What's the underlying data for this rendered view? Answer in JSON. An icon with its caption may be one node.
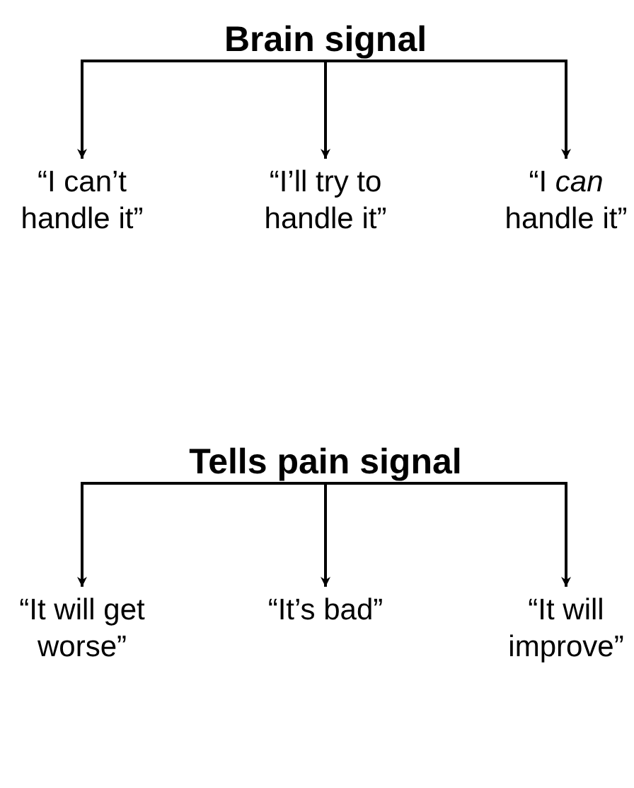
{
  "diagram": {
    "nodes": [
      {
        "text": [
          "Brain signal"
        ]
      },
      {
        "text": [
          "“I can’t handle it”"
        ]
      },
      {
        "text": [
          "“I’ll try to handle it”"
        ]
      },
      {
        "text": [
          "“I *can* handle it”"
        ]
      },
      {
        "text": [
          "Tells pain signal"
        ]
      },
      {
        "text": [
          "“It will get worse”"
        ]
      },
      {
        "text": [
          "“It’s bad”"
        ]
      },
      {
        "text": [
          "“It will improve”"
        ]
      }
    ],
    "edges": [
      {
        "from": 0,
        "to": 1,
        "arrow": "to"
      },
      {
        "from": 0,
        "to": 2,
        "arrow": "to"
      },
      {
        "from": 0,
        "to": 3,
        "arrow": "to"
      },
      {
        "from": 4,
        "to": 5,
        "arrow": "to"
      },
      {
        "from": 4,
        "to": 6,
        "arrow": "to"
      },
      {
        "from": 4,
        "to": 7,
        "arrow": "to"
      }
    ]
  }
}
